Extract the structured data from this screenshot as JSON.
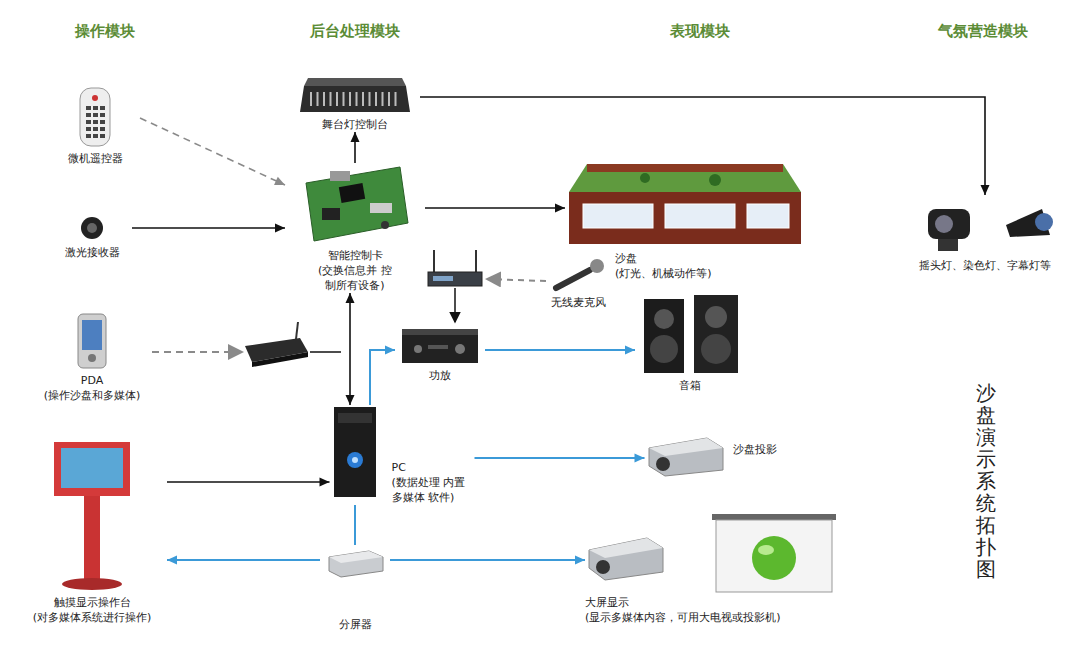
{
  "diagram": {
    "title": "沙盘演示系统拓扑图",
    "nodes": [
      {
        "text": [
          "微机遥控器"
        ]
      },
      {
        "text": [
          "舞台灯控制台"
        ]
      },
      {
        "text": [
          "激光接收器"
        ]
      },
      {
        "text": [
          "智能控制卡",
          "(交换信息并 控制所有设备)"
        ]
      },
      {
        "text": [
          "沙盘",
          "(灯光、机械动作等)"
        ]
      },
      {
        "text": [
          "摇头灯、染色灯、字幕灯等"
        ]
      },
      {
        "text": [
          "无线麦克风"
        ]
      },
      {
        "text": [
          "PDA",
          "(操作沙盘和多媒体)"
        ]
      },
      {
        "text": [
          "功放"
        ]
      },
      {
        "text": [
          "音箱"
        ]
      },
      {
        "text": [
          "PC",
          "(数据处理 内置多媒体 软件)"
        ]
      },
      {
        "text": [
          "沙盘投影"
        ]
      },
      {
        "text": [
          "触摸显示操作台",
          "(对多媒体系统进行操作)"
        ]
      },
      {
        "text": [
          "分屏器"
        ]
      },
      {
        "text": [
          "大屏显示",
          "(显示多媒体内容，可用大电视或投影机)"
        ]
      }
    ],
    "edges": [
      {
        "from": 0,
        "to": 3,
        "arrow": "to"
      },
      {
        "from": 3,
        "to": 1,
        "arrow": "to"
      },
      {
        "from": 1,
        "to": 5,
        "arrow": "to"
      },
      {
        "from": 2,
        "to": 3,
        "arrow": "to"
      },
      {
        "from": 3,
        "to": 4,
        "arrow": "to"
      },
      {
        "from": 3,
        "to": 10,
        "arrow": "both"
      },
      {
        "from": 10,
        "to": 8,
        "arrow": "to"
      },
      {
        "from": 8,
        "to": 9,
        "arrow": "to"
      },
      {
        "from": 10,
        "to": 11,
        "arrow": "to"
      },
      {
        "from": 12,
        "to": 10,
        "arrow": "to"
      },
      {
        "from": 10,
        "to": 13,
        "arrow": "none"
      },
      {
        "from": 13,
        "to": 12,
        "arrow": "to"
      },
      {
        "from": 13,
        "to": 14,
        "arrow": "to"
      }
    ],
    "labels": [
      "操作模块",
      "后台处理模块",
      "表现模块",
      "气氛营造模块"
    ]
  }
}
